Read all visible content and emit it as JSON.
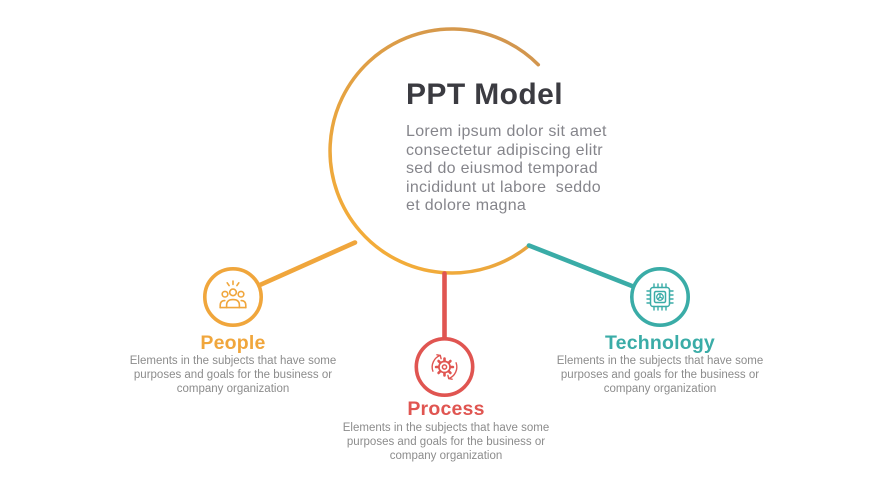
{
  "diagram": {
    "title": "PPT Model",
    "subtitle": "Lorem ipsum dolor sit amet\nconsectetur adipiscing elitr\nsed do eiusmod temporad\nincididunt ut labore  seddo\net dolore magna"
  },
  "colors": {
    "arc_gradient_top": "#D2964E",
    "arc_gradient_bottom": "#F6AE37",
    "title_text": "#3B3B41",
    "subtitle_text": "#85858B",
    "description_text": "#8C8C8C",
    "background": "#FFFFFF"
  },
  "nodes": [
    {
      "id": "people",
      "label": "People",
      "color": "#F0A63C",
      "icon": "people-group-icon",
      "description": "Elements in the subjects that have some\npurposes and goals for the business or\ncompany organization"
    },
    {
      "id": "process",
      "label": "Process",
      "color": "#E05551",
      "icon": "process-gear-icon",
      "description": "Elements in the subjects that have some\npurposes and goals for the business or\ncompany organization"
    },
    {
      "id": "technology",
      "label": "Technology",
      "color": "#3AACA7",
      "icon": "technology-chip-icon",
      "description": "Elements in the subjects that have some\npurposes and goals for the business or\ncompany organization"
    }
  ]
}
